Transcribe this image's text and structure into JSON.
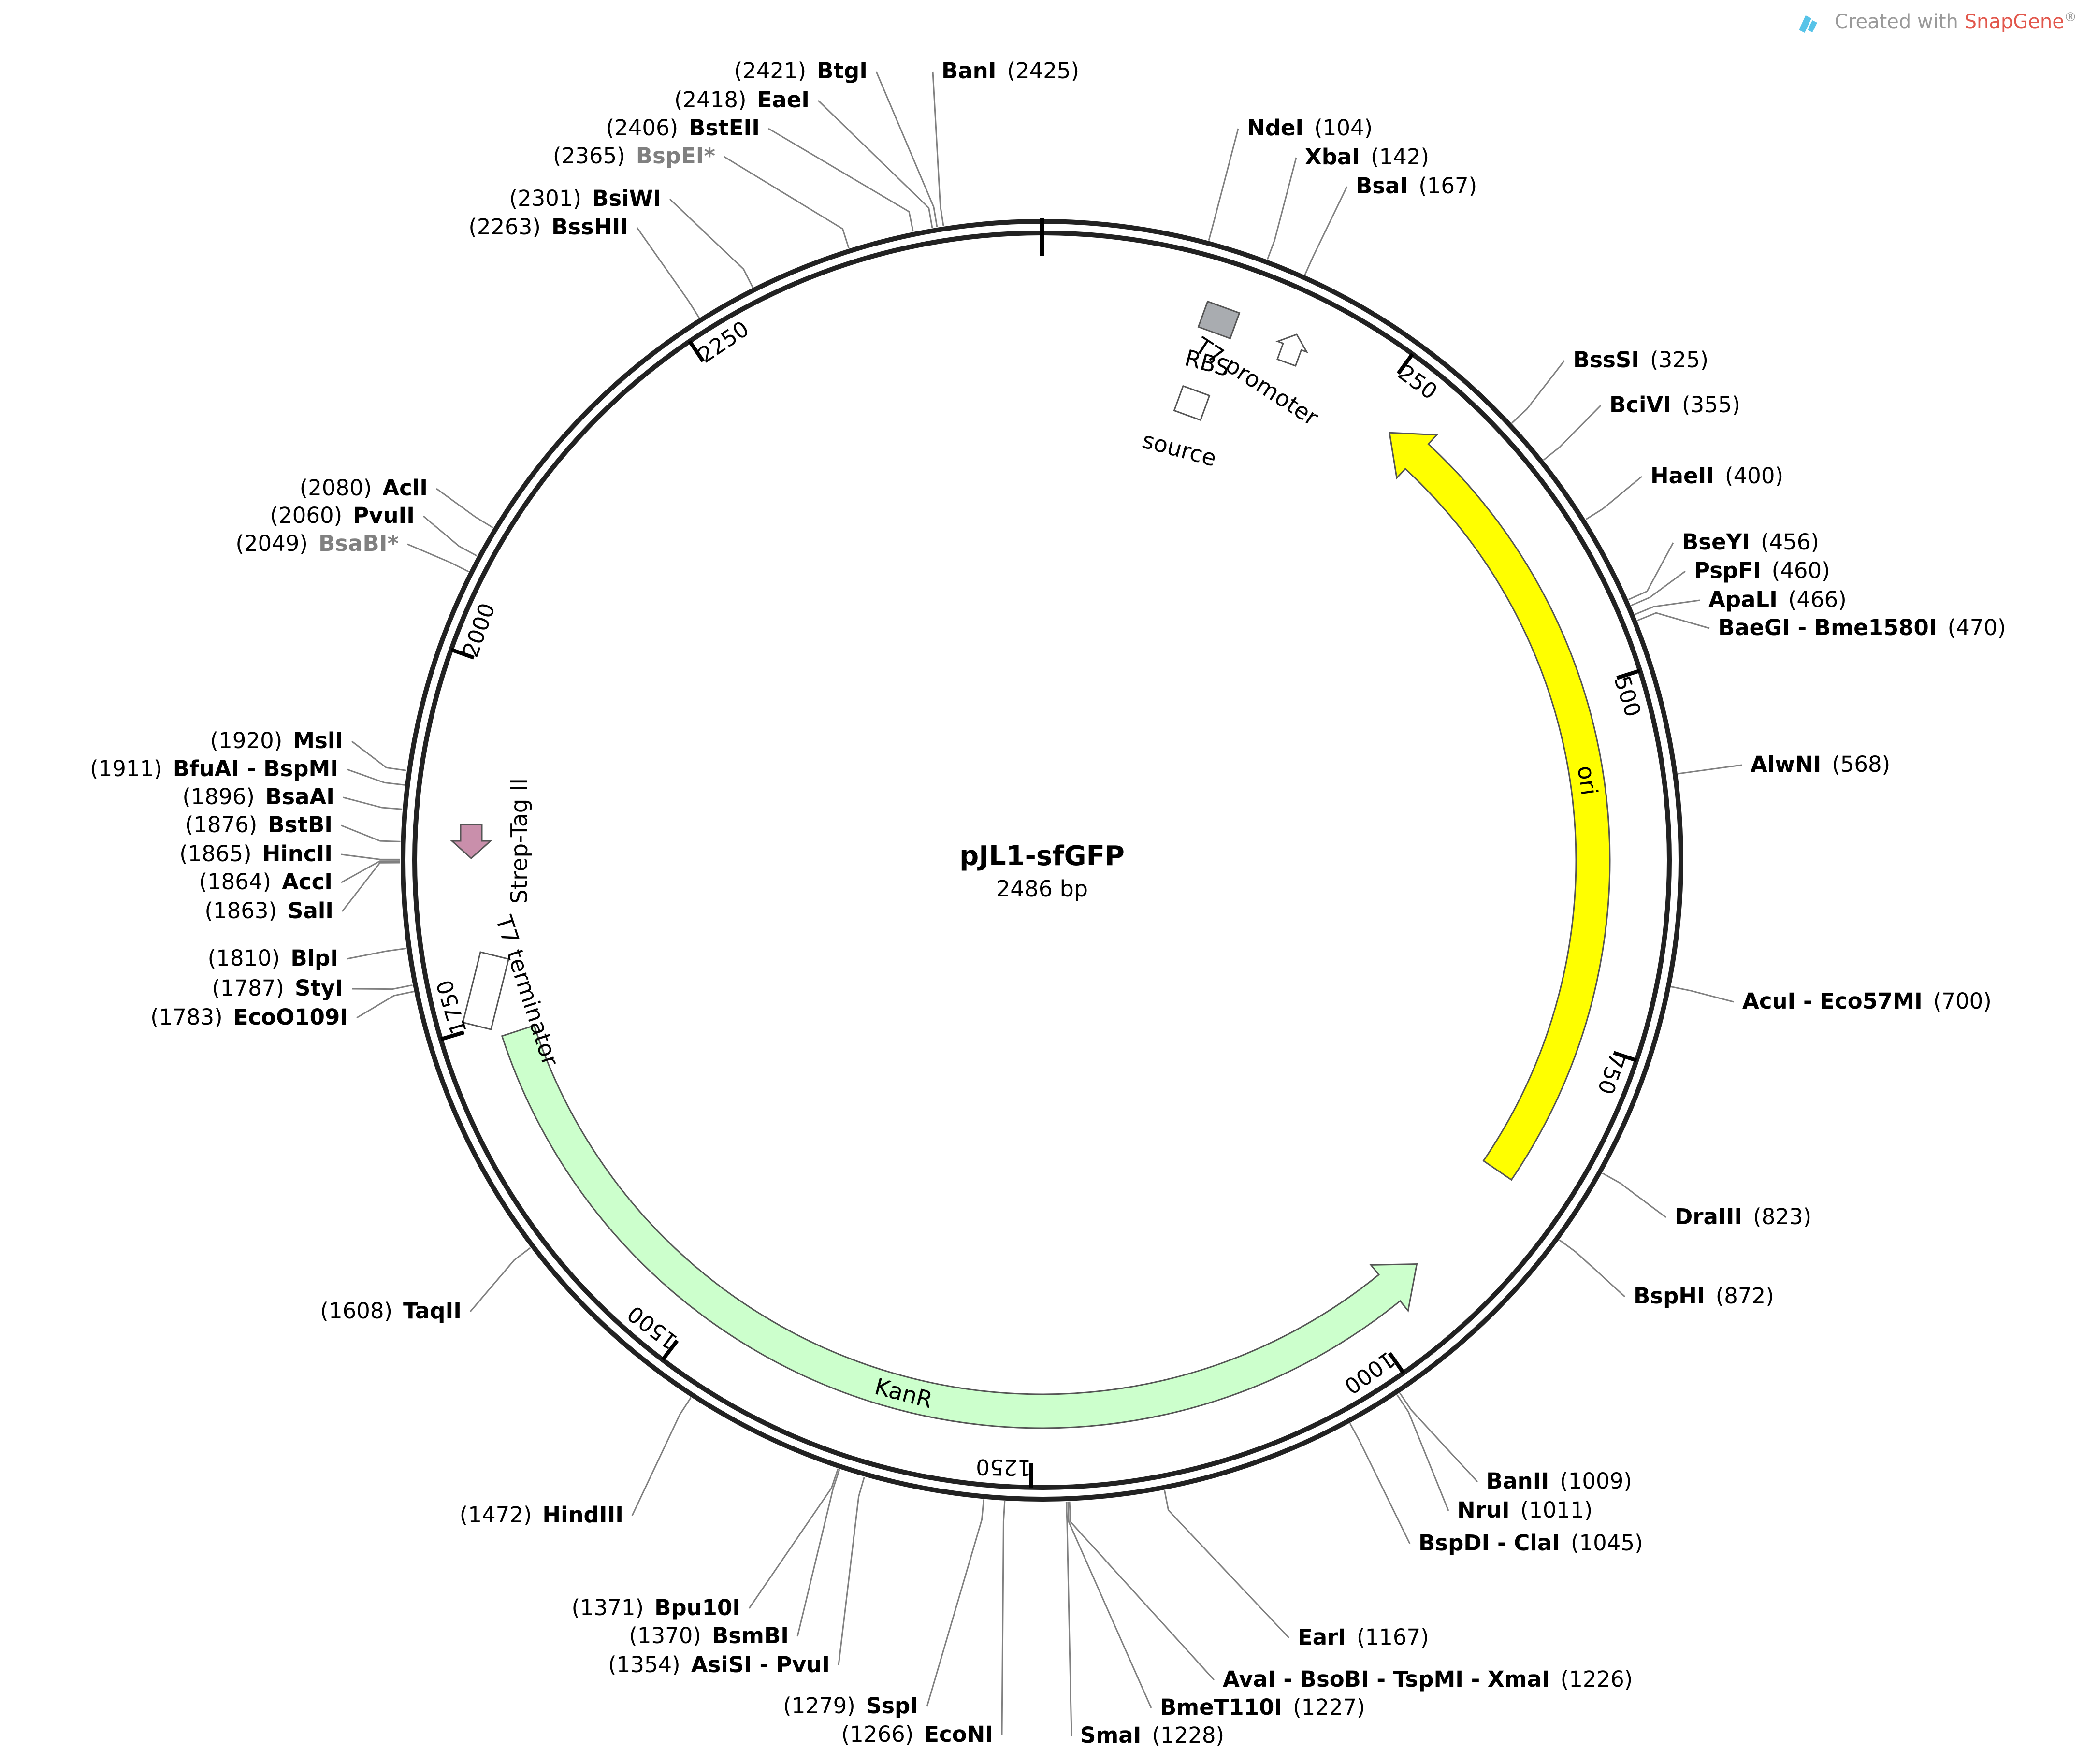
{
  "title": "pJL1-sfGFP",
  "length_label": "2486 bp",
  "length": 2486,
  "watermark": {
    "prefix": "Created with ",
    "brand": "SnapGene",
    "suffix": "®"
  },
  "ticks": [
    {
      "pos": 250,
      "label": "250"
    },
    {
      "pos": 500,
      "label": "500"
    },
    {
      "pos": 750,
      "label": "750"
    },
    {
      "pos": 1000,
      "label": "1000"
    },
    {
      "pos": 1250,
      "label": "1250"
    },
    {
      "pos": 1500,
      "label": "1500"
    },
    {
      "pos": 1750,
      "label": "1750"
    },
    {
      "pos": 2000,
      "label": "2000"
    },
    {
      "pos": 2250,
      "label": "2250"
    }
  ],
  "features": [
    {
      "name": "ori",
      "start": 270,
      "end": 858,
      "direction": "reverse",
      "color": "#ffff00"
    },
    {
      "name": "KanR",
      "start": 947,
      "end": 1740,
      "direction": "reverse",
      "color": "#ccffcc"
    },
    {
      "name": "RBS",
      "pos": 70,
      "type": "box",
      "color": "#a9acb0"
    },
    {
      "name": "source",
      "pos": 75,
      "type": "box",
      "color": "#ffffff"
    },
    {
      "name": "T7 promoter",
      "pos": 130,
      "type": "arrow",
      "color": "#ffffff"
    },
    {
      "name": "Strep-Tag II",
      "pos": 1905,
      "type": "arrow",
      "color": "#c98fab"
    },
    {
      "name": "T7 terminator",
      "pos": 1800,
      "type": "box",
      "color": "#ffffff"
    }
  ],
  "sites": [
    {
      "name": "NdeI",
      "pos": "104",
      "grey": false
    },
    {
      "name": "XbaI",
      "pos": "142",
      "grey": false
    },
    {
      "name": "BsaI",
      "pos": "167",
      "grey": false
    },
    {
      "name": "BssSI",
      "pos": "325",
      "grey": false
    },
    {
      "name": "BciVI",
      "pos": "355",
      "grey": false
    },
    {
      "name": "HaeII",
      "pos": "400",
      "grey": false
    },
    {
      "name": "BseYI",
      "pos": "456",
      "grey": false
    },
    {
      "name": "PspFI",
      "pos": "460",
      "grey": false
    },
    {
      "name": "ApaLI",
      "pos": "466",
      "grey": false
    },
    {
      "name": "BaeGI - Bme1580I",
      "pos": "470",
      "grey": false
    },
    {
      "name": "AlwNI",
      "pos": "568",
      "grey": false
    },
    {
      "name": "AcuI - Eco57MI",
      "pos": "700",
      "grey": false
    },
    {
      "name": "DraIII",
      "pos": "823",
      "grey": false
    },
    {
      "name": "BspHI",
      "pos": "872",
      "grey": false
    },
    {
      "name": "BanII",
      "pos": "1009",
      "grey": false
    },
    {
      "name": "NruI",
      "pos": "1011",
      "grey": false
    },
    {
      "name": "BspDI - ClaI",
      "pos": "1045",
      "grey": false
    },
    {
      "name": "EarI",
      "pos": "1167",
      "grey": false
    },
    {
      "name": "AvaI - BsoBI - TspMI - XmaI",
      "pos": "1226",
      "grey": false
    },
    {
      "name": "BmeT110I",
      "pos": "1227",
      "grey": false
    },
    {
      "name": "SmaI",
      "pos": "1228",
      "grey": false
    },
    {
      "name": "EcoNI",
      "pos": "1266",
      "grey": false
    },
    {
      "name": "SspI",
      "pos": "1279",
      "grey": false
    },
    {
      "name": "AsiSI - PvuI",
      "pos": "1354",
      "grey": false
    },
    {
      "name": "BsmBI",
      "pos": "1370",
      "grey": false
    },
    {
      "name": "Bpu10I",
      "pos": "1371",
      "grey": false
    },
    {
      "name": "HindIII",
      "pos": "1472",
      "grey": false
    },
    {
      "name": "TaqII",
      "pos": "1608",
      "grey": false
    },
    {
      "name": "EcoO109I",
      "pos": "1783",
      "grey": false
    },
    {
      "name": "StyI",
      "pos": "1787",
      "grey": false
    },
    {
      "name": "BlpI",
      "pos": "1810",
      "grey": false
    },
    {
      "name": "SalI",
      "pos": "1863",
      "grey": false
    },
    {
      "name": "AccI",
      "pos": "1864",
      "grey": false
    },
    {
      "name": "HincII",
      "pos": "1865",
      "grey": false
    },
    {
      "name": "BstBI",
      "pos": "1876",
      "grey": false
    },
    {
      "name": "BsaAI",
      "pos": "1896",
      "grey": false
    },
    {
      "name": "BfuAI - BspMI",
      "pos": "1911",
      "grey": false
    },
    {
      "name": "MslI",
      "pos": "1920",
      "grey": false
    },
    {
      "name": "BsaBI*",
      "pos": "2049",
      "grey": true
    },
    {
      "name": "PvuII",
      "pos": "2060",
      "grey": false
    },
    {
      "name": "AclI",
      "pos": "2080",
      "grey": false
    },
    {
      "name": "BssHII",
      "pos": "2263",
      "grey": false
    },
    {
      "name": "BsiWI",
      "pos": "2301",
      "grey": false
    },
    {
      "name": "BspEI*",
      "pos": "2365",
      "grey": true
    },
    {
      "name": "BstEII",
      "pos": "2406",
      "grey": false
    },
    {
      "name": "EaeI",
      "pos": "2418",
      "grey": false
    },
    {
      "name": "BtgI",
      "pos": "2421",
      "grey": false
    },
    {
      "name": "BanI",
      "pos": "2425",
      "grey": false
    }
  ]
}
